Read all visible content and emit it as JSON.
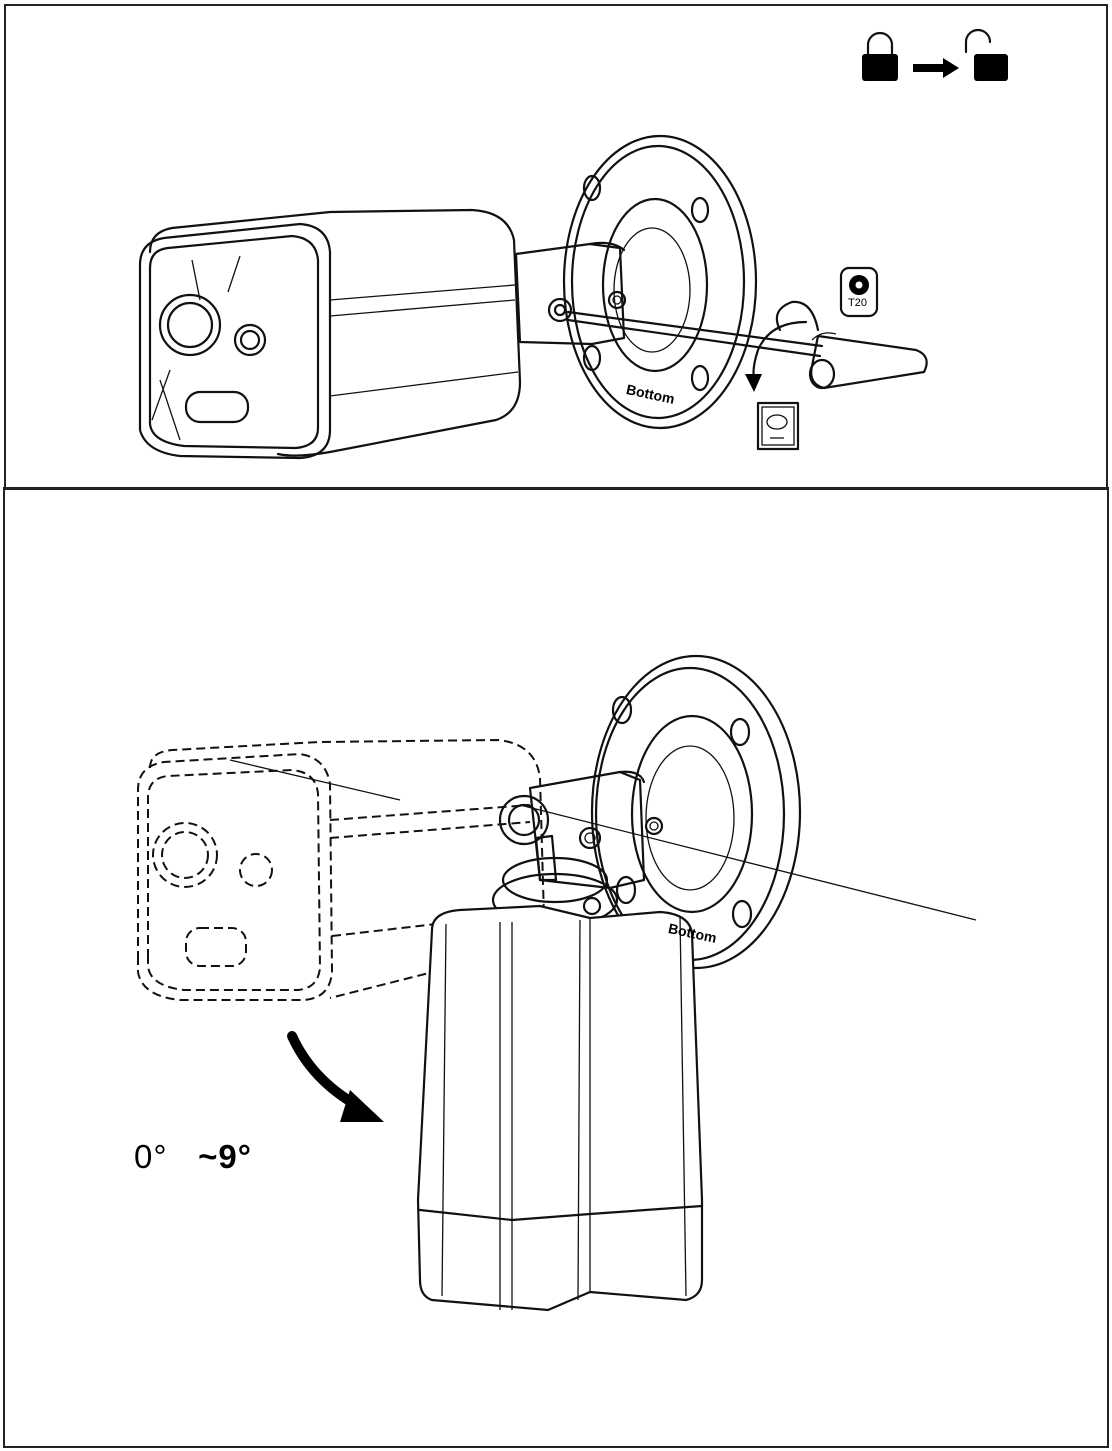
{
  "labels": {
    "tool_bit": "T20",
    "mount_bottom": "Bottom",
    "tilt_angle_start": "0°",
    "tilt_angle_end": "~9°"
  },
  "icons": [
    "lock-closed-icon",
    "arrow-right-icon",
    "lock-open-icon",
    "torx-bit-icon",
    "screwdriver-icon"
  ],
  "colors": {
    "line": "#111111",
    "background": "#ffffff"
  }
}
